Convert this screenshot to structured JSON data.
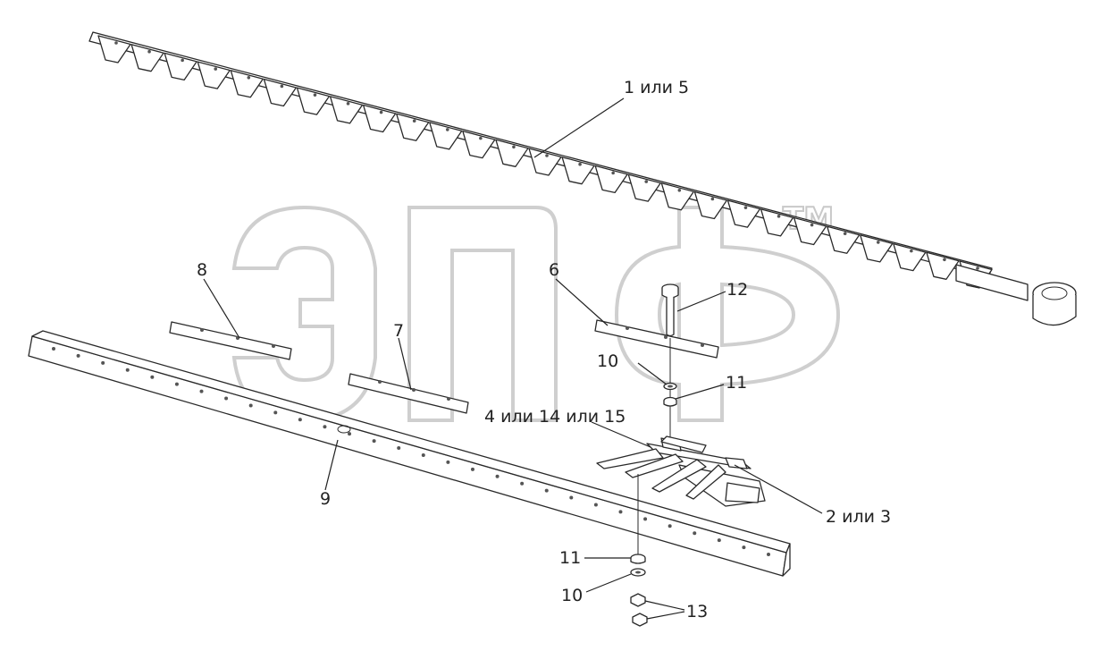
{
  "diagram": {
    "watermark": {
      "trademark": "TM",
      "logo_text": "ЭПФ"
    },
    "callouts": [
      {
        "id": "c-1-or-5",
        "text": "1 или 5"
      },
      {
        "id": "c-12",
        "text": "12"
      },
      {
        "id": "c-8",
        "text": "8"
      },
      {
        "id": "c-6",
        "text": "6"
      },
      {
        "id": "c-7",
        "text": "7"
      },
      {
        "id": "c-10-top",
        "text": "10"
      },
      {
        "id": "c-11-top",
        "text": "11"
      },
      {
        "id": "c-4-14-15",
        "text": "4 или 14 или 15"
      },
      {
        "id": "c-9",
        "text": "9"
      },
      {
        "id": "c-2-or-3",
        "text": "2 или 3"
      },
      {
        "id": "c-11-bottom",
        "text": "11"
      },
      {
        "id": "c-10-bottom",
        "text": "10"
      },
      {
        "id": "c-13",
        "text": "13"
      }
    ]
  }
}
